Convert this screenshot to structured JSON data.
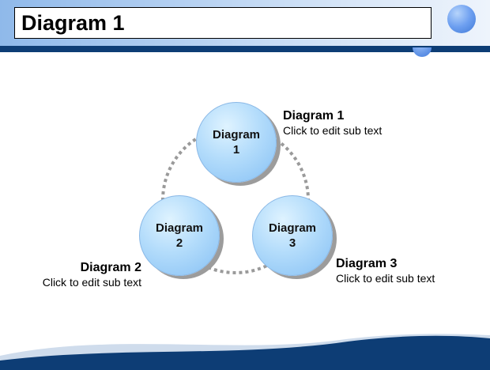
{
  "slide": {
    "title": "Diagram 1"
  },
  "diagram": {
    "nodes": [
      {
        "label": "Diagram\n1"
      },
      {
        "label": "Diagram\n2"
      },
      {
        "label": "Diagram\n3"
      }
    ],
    "captions": [
      {
        "title": "Diagram 1",
        "subtext": "Click to edit sub text"
      },
      {
        "title": "Diagram 2",
        "subtext": "Click to edit sub text"
      },
      {
        "title": "Diagram 3",
        "subtext": "Click to edit sub text"
      }
    ]
  },
  "colors": {
    "band": "#0d3d75",
    "node_fill": "#86c0f4",
    "connector": "#9a9a9a"
  }
}
